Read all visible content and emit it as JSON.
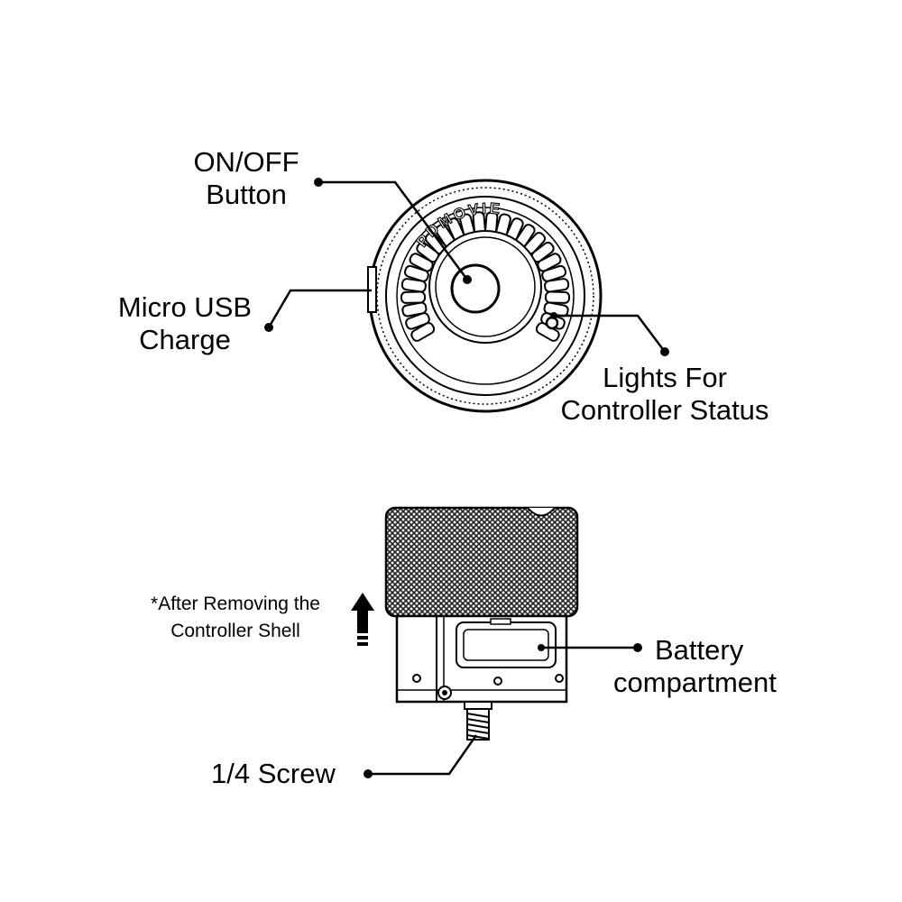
{
  "diagram": {
    "top_view": {
      "brand_text": "PDMOVIE",
      "labels": {
        "on_off": [
          "ON/OFF",
          "Button"
        ],
        "micro_usb": [
          "Micro USB",
          "Charge"
        ],
        "lights": [
          "Lights For",
          "Controller Status"
        ]
      }
    },
    "side_view": {
      "labels": {
        "note": [
          "*After Removing the",
          "Controller Shell"
        ],
        "battery": [
          "Battery",
          "compartment"
        ],
        "screw": "1/4 Screw"
      }
    },
    "colors": {
      "line": "#000000",
      "background": "#ffffff",
      "knurl": "#222222"
    }
  }
}
